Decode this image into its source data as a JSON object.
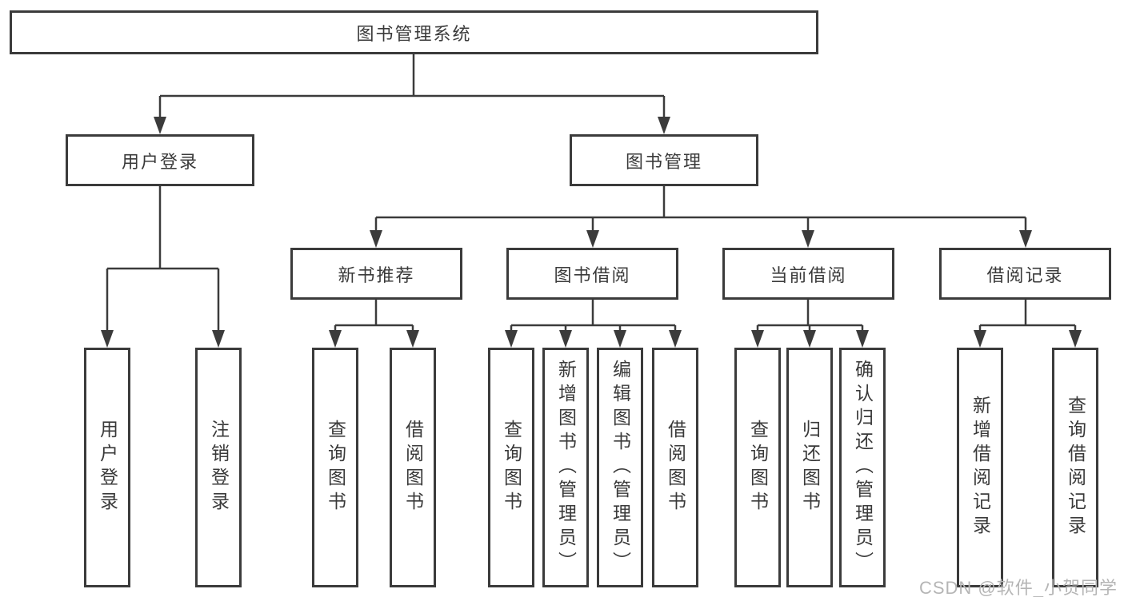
{
  "diagram": {
    "root": "图书管理系统",
    "branches": [
      {
        "label": "用户登录",
        "children": [
          "用户登录",
          "注销登录"
        ]
      },
      {
        "label": "图书管理",
        "sub": [
          {
            "label": "新书推荐",
            "children": [
              "查询图书",
              "借阅图书"
            ]
          },
          {
            "label": "图书借阅",
            "children": [
              "查询图书",
              "新增图书（管理员）",
              "编辑图书（管理员）",
              "借阅图书"
            ]
          },
          {
            "label": "当前借阅",
            "children": [
              "查询图书",
              "归还图书",
              "确认归还（管理员）"
            ]
          },
          {
            "label": "借阅记录",
            "children": [
              "新增借阅记录",
              "查询借阅记录"
            ]
          }
        ]
      }
    ]
  },
  "watermark": "CSDN @软件_小贺同学",
  "colors": {
    "line": "#3b3b3b",
    "text": "#3a3a3a",
    "watermark": "#b5b5b5",
    "background": "#ffffff"
  }
}
